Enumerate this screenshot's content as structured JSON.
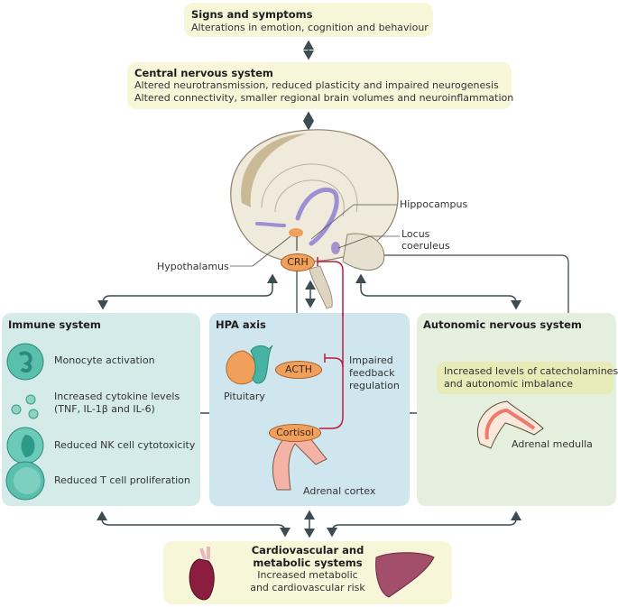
{
  "signs": {
    "title": "Signs and symptoms",
    "text": "Alterations in emotion, cognition and behaviour"
  },
  "cns": {
    "title": "Central nervous system",
    "line1": "Altered neurotransmission, reduced plasticity and impaired neurogenesis",
    "line2": "Altered connectivity, smaller regional brain volumes and neuroinflammation"
  },
  "brain": {
    "hippocampus": "Hippocampus",
    "locus_line1": "Locus",
    "locus_line2": "coeruleus",
    "hypothalamus": "Hypothalamus",
    "crh": "CRH"
  },
  "immune": {
    "title": "Immune system",
    "items": [
      {
        "icon": "monocyte-icon",
        "line1": "Monocyte activation",
        "line2": ""
      },
      {
        "icon": "cytokine-icon",
        "line1": "Increased cytokine levels",
        "line2": "(TNF, IL-1β and IL-6)"
      },
      {
        "icon": "nk-cell-icon",
        "line1": "Reduced NK cell cytotoxicity",
        "line2": ""
      },
      {
        "icon": "t-cell-icon",
        "line1": "Reduced T cell proliferation",
        "line2": ""
      }
    ]
  },
  "hpa": {
    "title": "HPA axis",
    "pituitary": "Pituitary",
    "acth": "ACTH",
    "cortisol": "Cortisol",
    "feedback1": "Impaired",
    "feedback2": "feedback",
    "feedback3": "regulation",
    "adrenal": "Adrenal cortex"
  },
  "ans": {
    "title": "Autonomic nervous system",
    "cate1": "Increased levels of catecholamines",
    "cate2": "and autonomic imbalance",
    "medulla": "Adrenal medulla"
  },
  "cardio": {
    "title1": "Cardiovascular and",
    "title2": "metabolic systems",
    "text1": "Increased metabolic",
    "text2": "and cardiovascular risk"
  },
  "colors": {
    "arrow": "#3d4b52",
    "inhibit": "#c0193a",
    "hormone": "#f0a05a",
    "immune_bg": "#d5ebea",
    "hpa_bg": "#cfe6ef",
    "ans_bg": "#e5efdd",
    "yellow_bg": "#f8f6d8"
  }
}
